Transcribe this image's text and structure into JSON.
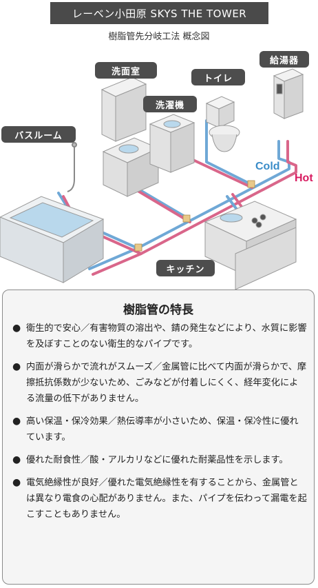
{
  "header": {
    "title": "レーベン小田原 SKYS THE TOWER",
    "subtitle": "樹脂管先分岐工法 概念図"
  },
  "diagram": {
    "labels": {
      "bathroom": "バスルーム",
      "washroom": "洗面室",
      "washing_machine": "洗濯機",
      "toilet": "トイレ",
      "water_heater": "給湯器",
      "kitchen": "キッチン"
    },
    "cold_label": "Cold",
    "hot_label": "Hot",
    "colors": {
      "cold": "#6fa8d6",
      "hot": "#d9668a",
      "label_bg": "#4d4d4d"
    }
  },
  "features": {
    "title": "樹脂管の特長",
    "items": [
      "衛生的で安心／有害物質の溶出や、錆の発生などにより、水質に影響を及ぼすことのない衛生的なパイプです。",
      "内面が滑らかで流れがスムーズ／金属管に比べて内面が滑らかで、摩擦抵抗係数が少ないため、ごみなどが付着しにくく、経年変化による流量の低下がありません。",
      "高い保温・保冷効果／熱伝導率が小さいため、保温・保冷性に優れています。",
      "優れた耐食性／酸・アルカリなどに優れた耐薬品性を示します。",
      "電気絶縁性が良好／優れた電気絶縁性を有することから、金属管とは異なり電食の心配がありません。また、パイプを伝わって漏電を起こすこともありません。"
    ]
  }
}
